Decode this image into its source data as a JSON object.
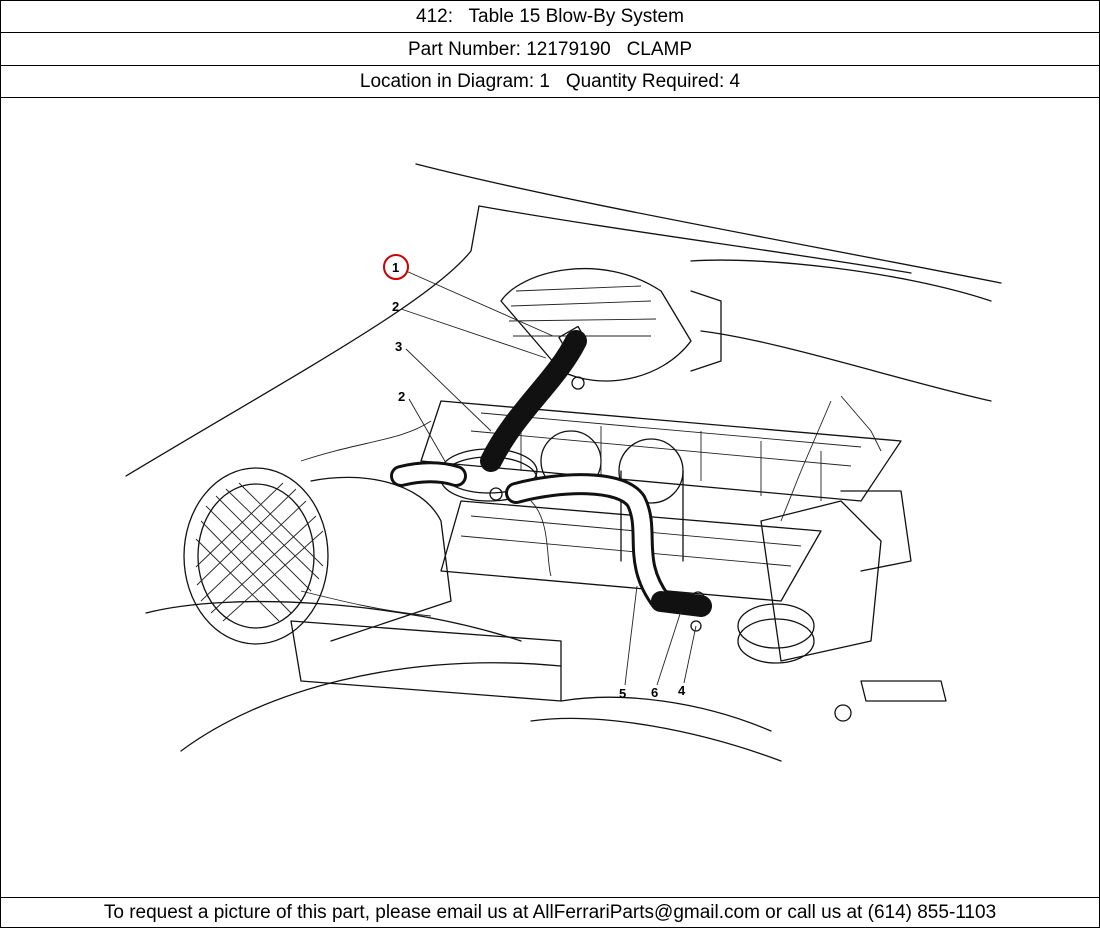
{
  "header": {
    "title": "412:   Table 15 Blow-By System",
    "part_line": "Part Number: 12179190   CLAMP",
    "location_line": "Location in Diagram: 1   Quantity Required: 4"
  },
  "diagram": {
    "callouts": [
      {
        "id": "callout-1",
        "label": "1",
        "highlighted": true
      },
      {
        "id": "callout-2a",
        "label": "2"
      },
      {
        "id": "callout-3",
        "label": "3"
      },
      {
        "id": "callout-2b",
        "label": "2"
      },
      {
        "id": "callout-5",
        "label": "5"
      },
      {
        "id": "callout-6",
        "label": "6"
      },
      {
        "id": "callout-4",
        "label": "4"
      }
    ],
    "highlight_color": "#cc0000"
  },
  "footer": {
    "text": "To request a picture of this part, please email us at AllFerrariParts@gmail.com or call us at (614) 855-1103"
  }
}
